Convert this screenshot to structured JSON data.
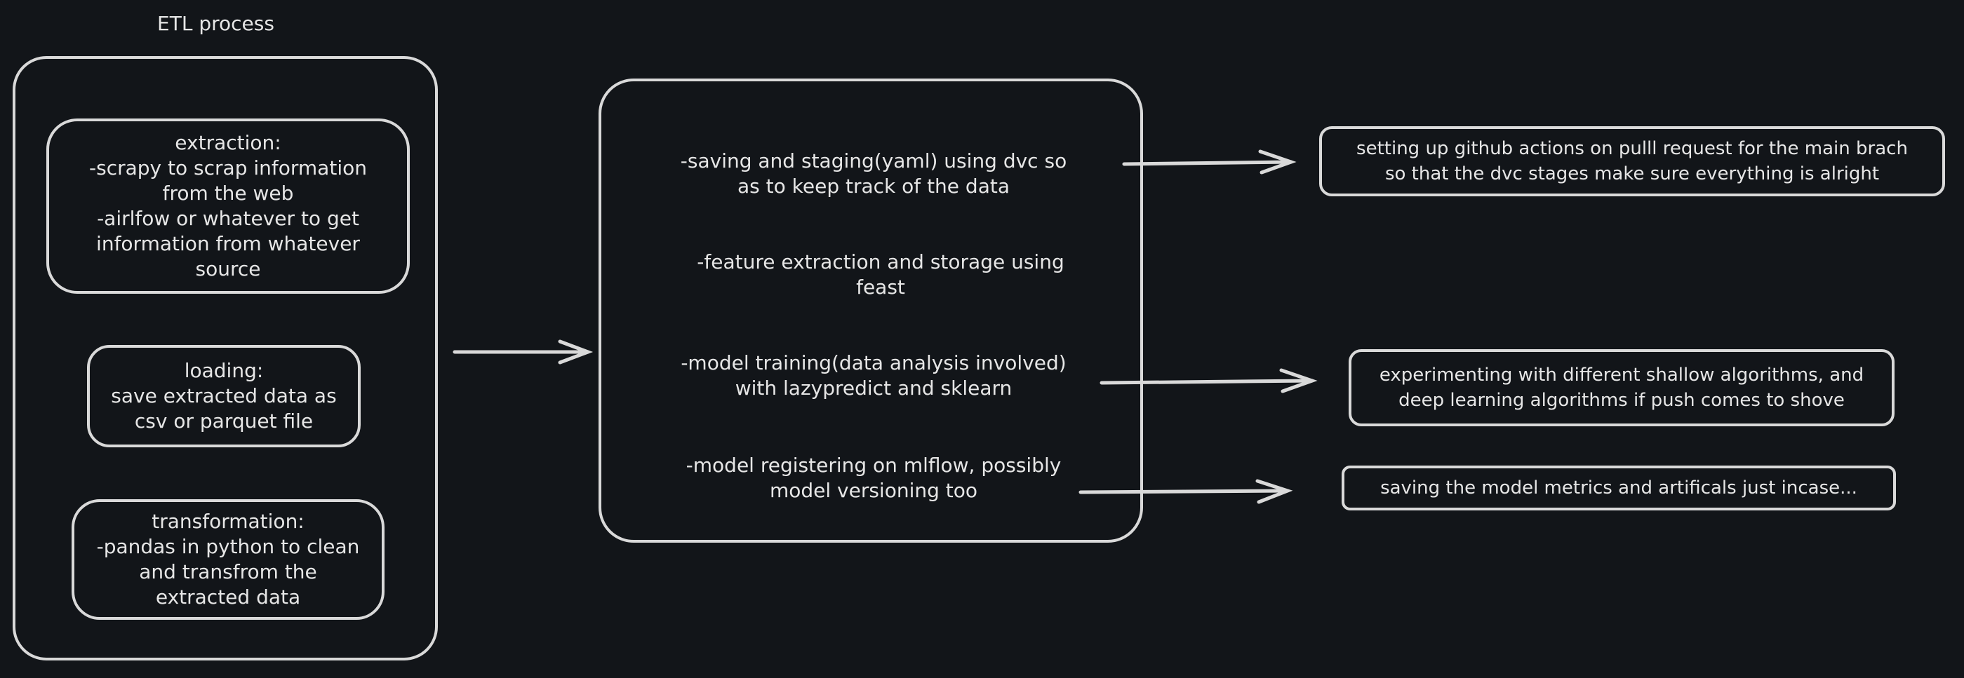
{
  "diagram": {
    "title": "ETL process",
    "etl": {
      "extraction": [
        "extraction:",
        "-scrapy to scrap information",
        "from the web",
        "-airlfow or whatever to get",
        "information from whatever",
        "source"
      ],
      "loading": [
        "loading:",
        "save extracted data as",
        "csv or parquet file"
      ],
      "transformation": [
        "transformation:",
        "-pandas in python to clean",
        "and transfrom the",
        "extracted data"
      ]
    },
    "pipeline": {
      "step_dvc": [
        "-saving and staging(yaml) using dvc so",
        "as to keep track of the data"
      ],
      "step_feast": [
        "-feature extraction and storage using",
        "feast"
      ],
      "step_training": [
        "-model training(data analysis involved)",
        "with lazypredict and sklearn"
      ],
      "step_registry": [
        "-model registering on mlflow, possibly",
        "model versioning too"
      ]
    },
    "notes": {
      "github_actions": [
        "setting up github actions on pulll request for the main brach",
        "so that the dvc stages make sure everything is alright"
      ],
      "experiments": [
        "experimenting with different shallow algorithms, and",
        "deep learning algorithms if push comes to shove"
      ],
      "metrics": [
        "saving the model metrics and artificals just incase..."
      ]
    }
  },
  "colors": {
    "background": "#121519",
    "stroke": "#d9d9d9",
    "text": "#e6e6e6"
  }
}
